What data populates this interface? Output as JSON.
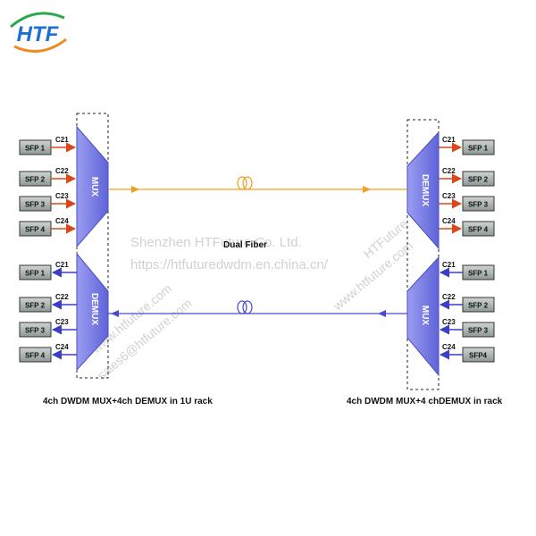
{
  "brand": {
    "logo_text": "HTF",
    "colors": {
      "blue": "#1f6fd1",
      "orange": "#f08a1c",
      "green": "#2aa84a"
    }
  },
  "diagram": {
    "left": {
      "mux_label": "MUX",
      "demux_label": "DEMUX",
      "caption": "4ch DWDM MUX+4ch DEMUX in 1U rack",
      "mux_ports": [
        {
          "sfp": "SFP 1",
          "channel": "C21"
        },
        {
          "sfp": "SFP 2",
          "channel": "C22"
        },
        {
          "sfp": "SFP 3",
          "channel": "C23"
        },
        {
          "sfp": "SFP 4",
          "channel": "C24"
        }
      ],
      "demux_ports": [
        {
          "sfp": "SFP 1",
          "channel": "C21"
        },
        {
          "sfp": "SFP 2",
          "channel": "C22"
        },
        {
          "sfp": "SFP 3",
          "channel": "C23"
        },
        {
          "sfp": "SFP 4",
          "channel": "C24"
        }
      ]
    },
    "right": {
      "demux_label": "DEMUX",
      "mux_label": "MUX",
      "caption": "4ch DWDM MUX+4 chDEMUX in rack",
      "demux_ports": [
        {
          "sfp": "SFP 1",
          "channel": "C21"
        },
        {
          "sfp": "SFP 2",
          "channel": "C22"
        },
        {
          "sfp": "SFP 3",
          "channel": "C23"
        },
        {
          "sfp": "SFP 4",
          "channel": "C24"
        }
      ],
      "mux_ports": [
        {
          "sfp": "SFP 1",
          "channel": "C21"
        },
        {
          "sfp": "SFP 2",
          "channel": "C22"
        },
        {
          "sfp": "SFP 3",
          "channel": "C23"
        },
        {
          "sfp": "SFP4",
          "channel": "C24"
        }
      ]
    },
    "fiber_label": "Dual Fiber",
    "colors": {
      "trapezoid_fill": "#7b7fe0",
      "tx_arrow": "#d9481c",
      "rx_arrow": "#3b3fc8",
      "fiber_top": "#f0a020",
      "fiber_bottom": "#4a4ad0",
      "sfp_fill": "#9aa3a0"
    }
  },
  "watermarks": {
    "company": "Shenzhen HTFuture Co. Ltd.",
    "url": "https://htfuturedwdm.en.china.cn/",
    "brand": "HTFuture",
    "www": "www.htfuture.com",
    "sales": "sales6@htfuture.com"
  }
}
